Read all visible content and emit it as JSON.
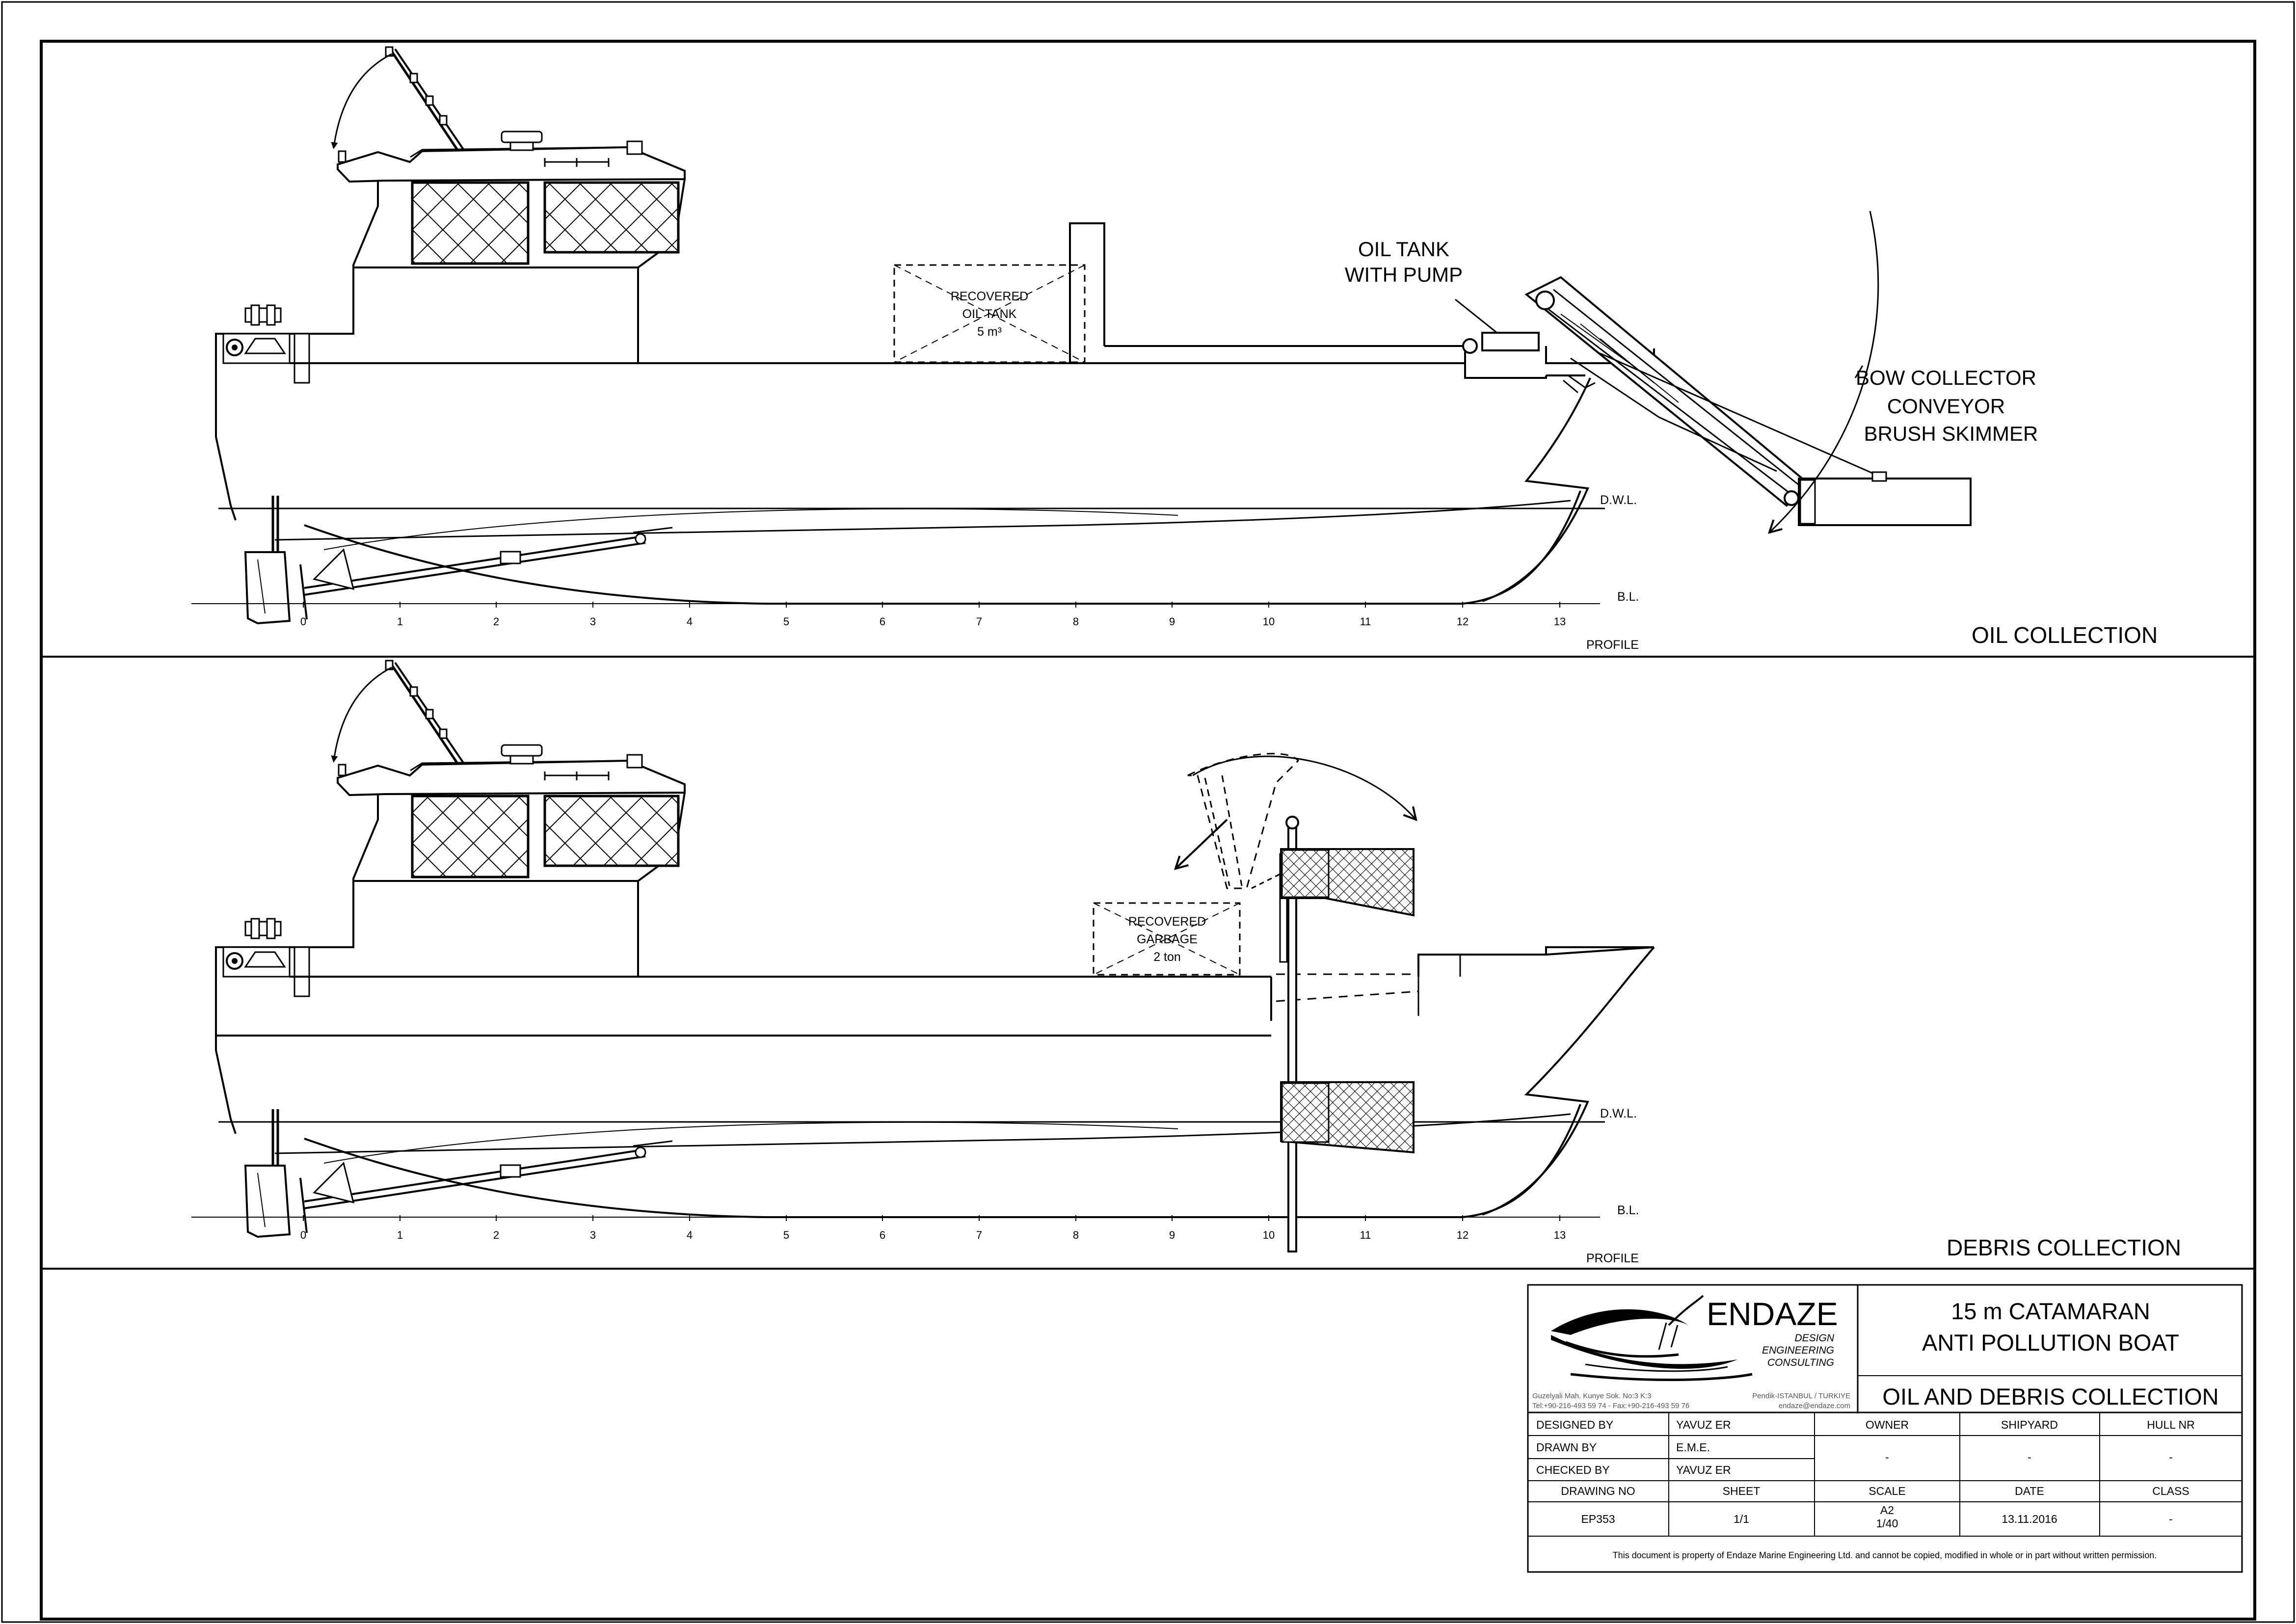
{
  "views": [
    {
      "view_title": "OIL COLLECTION",
      "profile_label": "PROFILE",
      "dwl_label": "D.W.L.",
      "bl_label": "B.L.",
      "frame_numbers": [
        "0",
        "1",
        "2",
        "3",
        "4",
        "5",
        "6",
        "7",
        "8",
        "9",
        "10",
        "11",
        "12",
        "13"
      ],
      "tank_label": [
        "RECOVERED",
        "OIL TANK",
        "5 m³"
      ],
      "callouts": [
        {
          "lines": [
            "OIL TANK",
            "WITH PUMP"
          ]
        },
        {
          "lines": [
            "BOW COLLECTOR",
            "CONVEYOR",
            "BRUSH SKIMMER"
          ]
        }
      ]
    },
    {
      "view_title": "DEBRIS COLLECTION",
      "profile_label": "PROFILE",
      "dwl_label": "D.W.L.",
      "bl_label": "B.L.",
      "frame_numbers": [
        "0",
        "1",
        "2",
        "3",
        "4",
        "5",
        "6",
        "7",
        "8",
        "9",
        "10",
        "11",
        "12",
        "13"
      ],
      "tank_label": [
        "RECOVERED",
        "GARBAGE",
        "2 ton"
      ]
    }
  ],
  "title_block": {
    "company": "ENDAZE",
    "tagline": [
      "DESIGN",
      "ENGINEERING",
      "CONSULTING"
    ],
    "address_left": [
      "Guzelyali Mah. Kunye Sok. No:3 K:3",
      "Tel:+90-216-493 59 74 - Fax:+90-216-493 59 76"
    ],
    "address_right": [
      "Pendik-ISTANBUL / TURKIYE",
      "endaze@endaze.com"
    ],
    "project_title": [
      "15 m CATAMARAN",
      "ANTI POLLUTION BOAT"
    ],
    "drawing_title": "OIL AND DEBRIS COLLECTION",
    "rows": [
      {
        "label": "DESIGNED BY",
        "value": "YAVUZ ER"
      },
      {
        "label": "DRAWN BY",
        "value": "E.M.E."
      },
      {
        "label": "CHECKED BY",
        "value": "YAVUZ ER"
      }
    ],
    "owner_header": "OWNER",
    "shipyard_header": "SHIPYARD",
    "hull_header": "HULL NR",
    "owner_value": "-",
    "shipyard_value": "-",
    "hull_value": "-",
    "drawing_no_header": "DRAWING NO",
    "sheet_header": "SHEET",
    "scale_header": "SCALE",
    "date_header": "DATE",
    "class_header": "CLASS",
    "drawing_no": "EP353",
    "sheet": "1/1",
    "scale": [
      "A2",
      "1/40"
    ],
    "date": "13.11.2016",
    "class_value": "-",
    "footer_note": "This document is property of  Endaze Marine Engineering Ltd. and cannot be copied, modified in whole or in part without written permission."
  }
}
